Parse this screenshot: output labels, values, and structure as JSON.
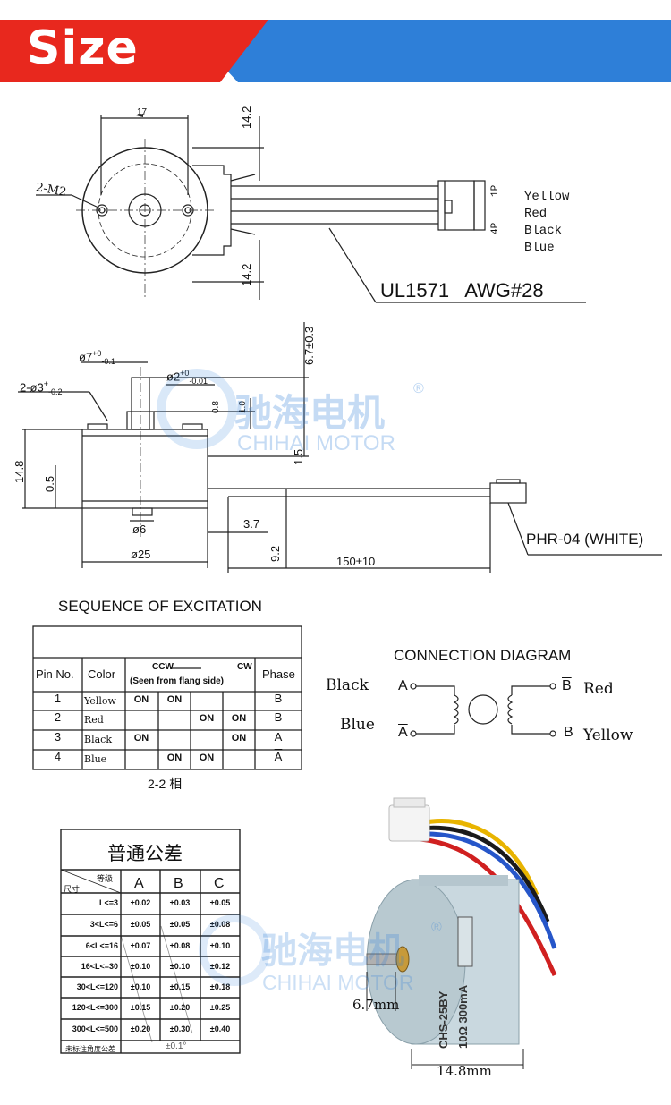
{
  "header": {
    "title": "Size"
  },
  "front_view": {
    "dim_17": "17",
    "label_2m2": "2-M2",
    "dim_14_2_top": "14.2",
    "dim_14_2_bottom": "14.2",
    "pin_1p": "1P",
    "pin_4p": "4P",
    "wire_colors": [
      "Yellow",
      "Red",
      "Black",
      "Blue"
    ],
    "cable_spec": "UL1571   AWG#28"
  },
  "side_view": {
    "dim_phi7": "ø7",
    "dim_phi7_tol_up": "+0",
    "dim_phi7_tol_down": "-0.1",
    "dim_2phi3": "2-ø3",
    "dim_2phi3_tol_up": "+",
    "dim_2phi3_tol_down": "-0.2",
    "dim_phi2": "ø2",
    "dim_phi2_tol_up": "+0",
    "dim_phi2_tol_down": "-0.01",
    "dim_6_7": "6.7±0.3",
    "dim_0_8": "0.8",
    "dim_1_0": "1.0",
    "dim_1_5": "1.5",
    "dim_14_8": "14.8",
    "dim_0_5": "0.5",
    "dim_phi6": "ø6",
    "dim_3_7": "3.7",
    "dim_9_2": "9.2",
    "dim_phi25": "ø25",
    "dim_150": "150±10",
    "connector": "PHR-04 (WHITE)"
  },
  "watermark": {
    "cn": "驰海电机",
    "en": "CHIHAI MOTOR",
    "reg": "®"
  },
  "excitation": {
    "title": "SEQUENCE  OF  EXCITATION",
    "headers": {
      "pin": "Pin  No.",
      "color": "Color",
      "ccw": "CCW",
      "cw": "CW",
      "seen": "(Seen  from  flang  side)",
      "phase": "Phase"
    },
    "rows": [
      {
        "pin": "1",
        "color": "Yellow",
        "steps": [
          "ON",
          "ON",
          "",
          ""
        ],
        "phase": "B"
      },
      {
        "pin": "2",
        "color": "Red",
        "steps": [
          "",
          "",
          "ON",
          "ON"
        ],
        "phase": "B"
      },
      {
        "pin": "3",
        "color": "Black",
        "steps": [
          "ON",
          "",
          "",
          "ON"
        ],
        "phase": "A"
      },
      {
        "pin": "4",
        "color": "Blue",
        "steps": [
          "",
          "ON",
          "ON",
          ""
        ],
        "phase": "A"
      }
    ],
    "footer": "2-2  相"
  },
  "connection": {
    "title": "CONNECTION  DIAGRAM",
    "left_top_color": "Black",
    "left_bottom_color": "Blue",
    "left_top_term": "A",
    "left_bottom_term": "A",
    "right_top_term": "B",
    "right_bottom_term": "B",
    "right_top_color": "Red",
    "right_bottom_color": "Yellow"
  },
  "tolerance": {
    "title": "普通公差",
    "corner_top": "等级",
    "corner_bottom": "尺寸",
    "grades": [
      "A",
      "B",
      "C"
    ],
    "rows": [
      {
        "range": "L<=3",
        "values": [
          "±0.02",
          "±0.03",
          "±0.05"
        ]
      },
      {
        "range": "3<L<=6",
        "values": [
          "±0.05",
          "±0.05",
          "±0.08"
        ]
      },
      {
        "range": "6<L<=16",
        "values": [
          "±0.07",
          "±0.08",
          "±0.10"
        ]
      },
      {
        "range": "16<L<=30",
        "values": [
          "±0.10",
          "±0.10",
          "±0.12"
        ]
      },
      {
        "range": "30<L<=120",
        "values": [
          "±0.10",
          "±0.15",
          "±0.18"
        ]
      },
      {
        "range": "120<L<=300",
        "values": [
          "±0.15",
          "±0.20",
          "±0.25"
        ]
      },
      {
        "range": "300<L<=500",
        "values": [
          "±0.20",
          "±0.30",
          "±0.40"
        ]
      }
    ],
    "angle_label": "未标注角度公差",
    "angle_value": "±0.1°"
  },
  "photo": {
    "label_model": "CHS-25BY",
    "label_spec": "10Ω 300mA",
    "dim_shaft": "6.7mm",
    "dim_height": "14.8mm"
  }
}
